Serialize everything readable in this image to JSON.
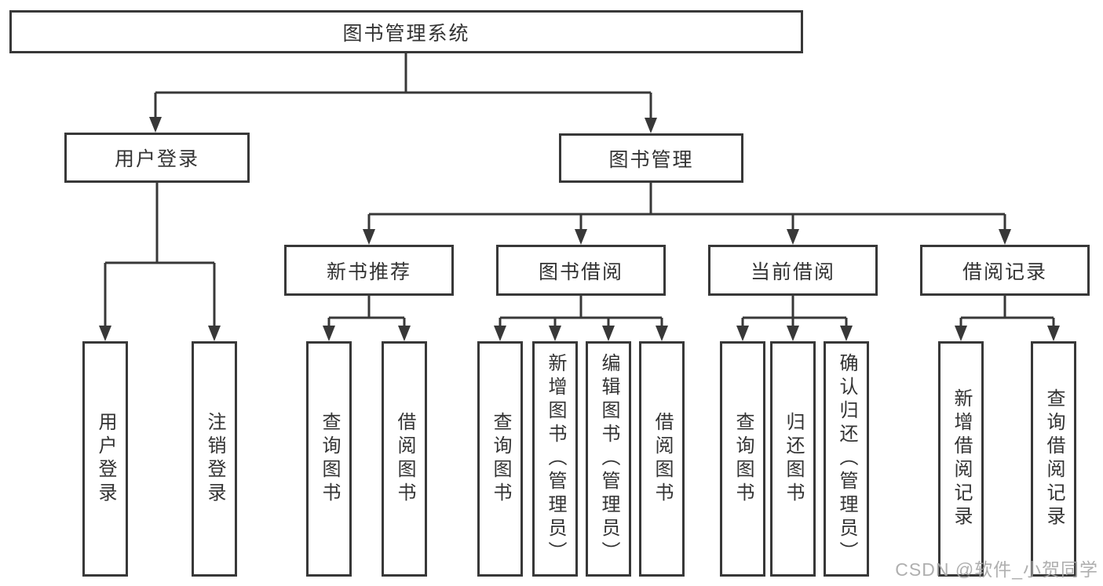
{
  "diagram": {
    "root": {
      "label": "图书管理系统"
    },
    "level2": {
      "user_login": {
        "label": "用户登录"
      },
      "book_management": {
        "label": "图书管理"
      }
    },
    "level3": {
      "new_book_recommend": {
        "label": "新书推荐"
      },
      "book_borrow": {
        "label": "图书借阅"
      },
      "current_borrow": {
        "label": "当前借阅"
      },
      "borrow_record": {
        "label": "借阅记录"
      }
    },
    "leaves": [
      {
        "label": "用户登录"
      },
      {
        "label": "注销登录"
      },
      {
        "label": "查询图书"
      },
      {
        "label": "借阅图书"
      },
      {
        "label": "查询图书"
      },
      {
        "label": "新增图书（管理员）"
      },
      {
        "label": "编辑图书（管理员）"
      },
      {
        "label": "借阅图书"
      },
      {
        "label": "查询图书"
      },
      {
        "label": "归还图书"
      },
      {
        "label": "确认归还（管理员）"
      },
      {
        "label": "新增借阅记录"
      },
      {
        "label": "查询借阅记录"
      }
    ]
  },
  "watermark": {
    "text": "CSDN @软件_小贺同学"
  },
  "colors": {
    "line": "#383838",
    "text": "#333333",
    "background": "#ffffff",
    "watermark": "#a8a8a8"
  }
}
